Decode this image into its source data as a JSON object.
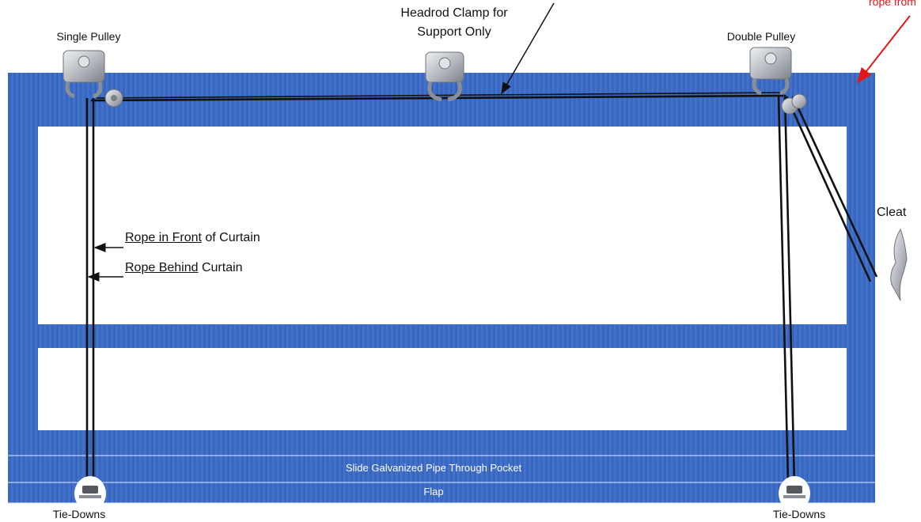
{
  "labels": {
    "single_pulley": "Single Pulley",
    "headrod_line1": "Headrod Clamp for",
    "headrod_line2": "Support Only",
    "double_pulley": "Double Pulley",
    "rope_from": "rope from",
    "cleat": "Cleat",
    "rope_front_underlined": "Rope in Front",
    "rope_front_rest": " of Curtain",
    "rope_behind_underlined": "Rope Behind",
    "rope_behind_rest": " Curtain",
    "pipe_pocket": "Slide Galvanized Pipe Through Pocket",
    "flap": "Flap",
    "tie_downs_left": "Tie-Downs",
    "tie_downs_right": "Tie-Downs"
  },
  "colors": {
    "curtain_blue": "#3d6cc4",
    "curtain_blue_dark": "#2f5cb4",
    "rope": "#111111",
    "hardware_silver": "#b8bcc2",
    "annotation_red": "#e01818"
  },
  "icons": [
    "pulley-icon",
    "headrod-clamp-icon",
    "double-pulley-icon",
    "cleat-icon",
    "tie-down-icon"
  ]
}
